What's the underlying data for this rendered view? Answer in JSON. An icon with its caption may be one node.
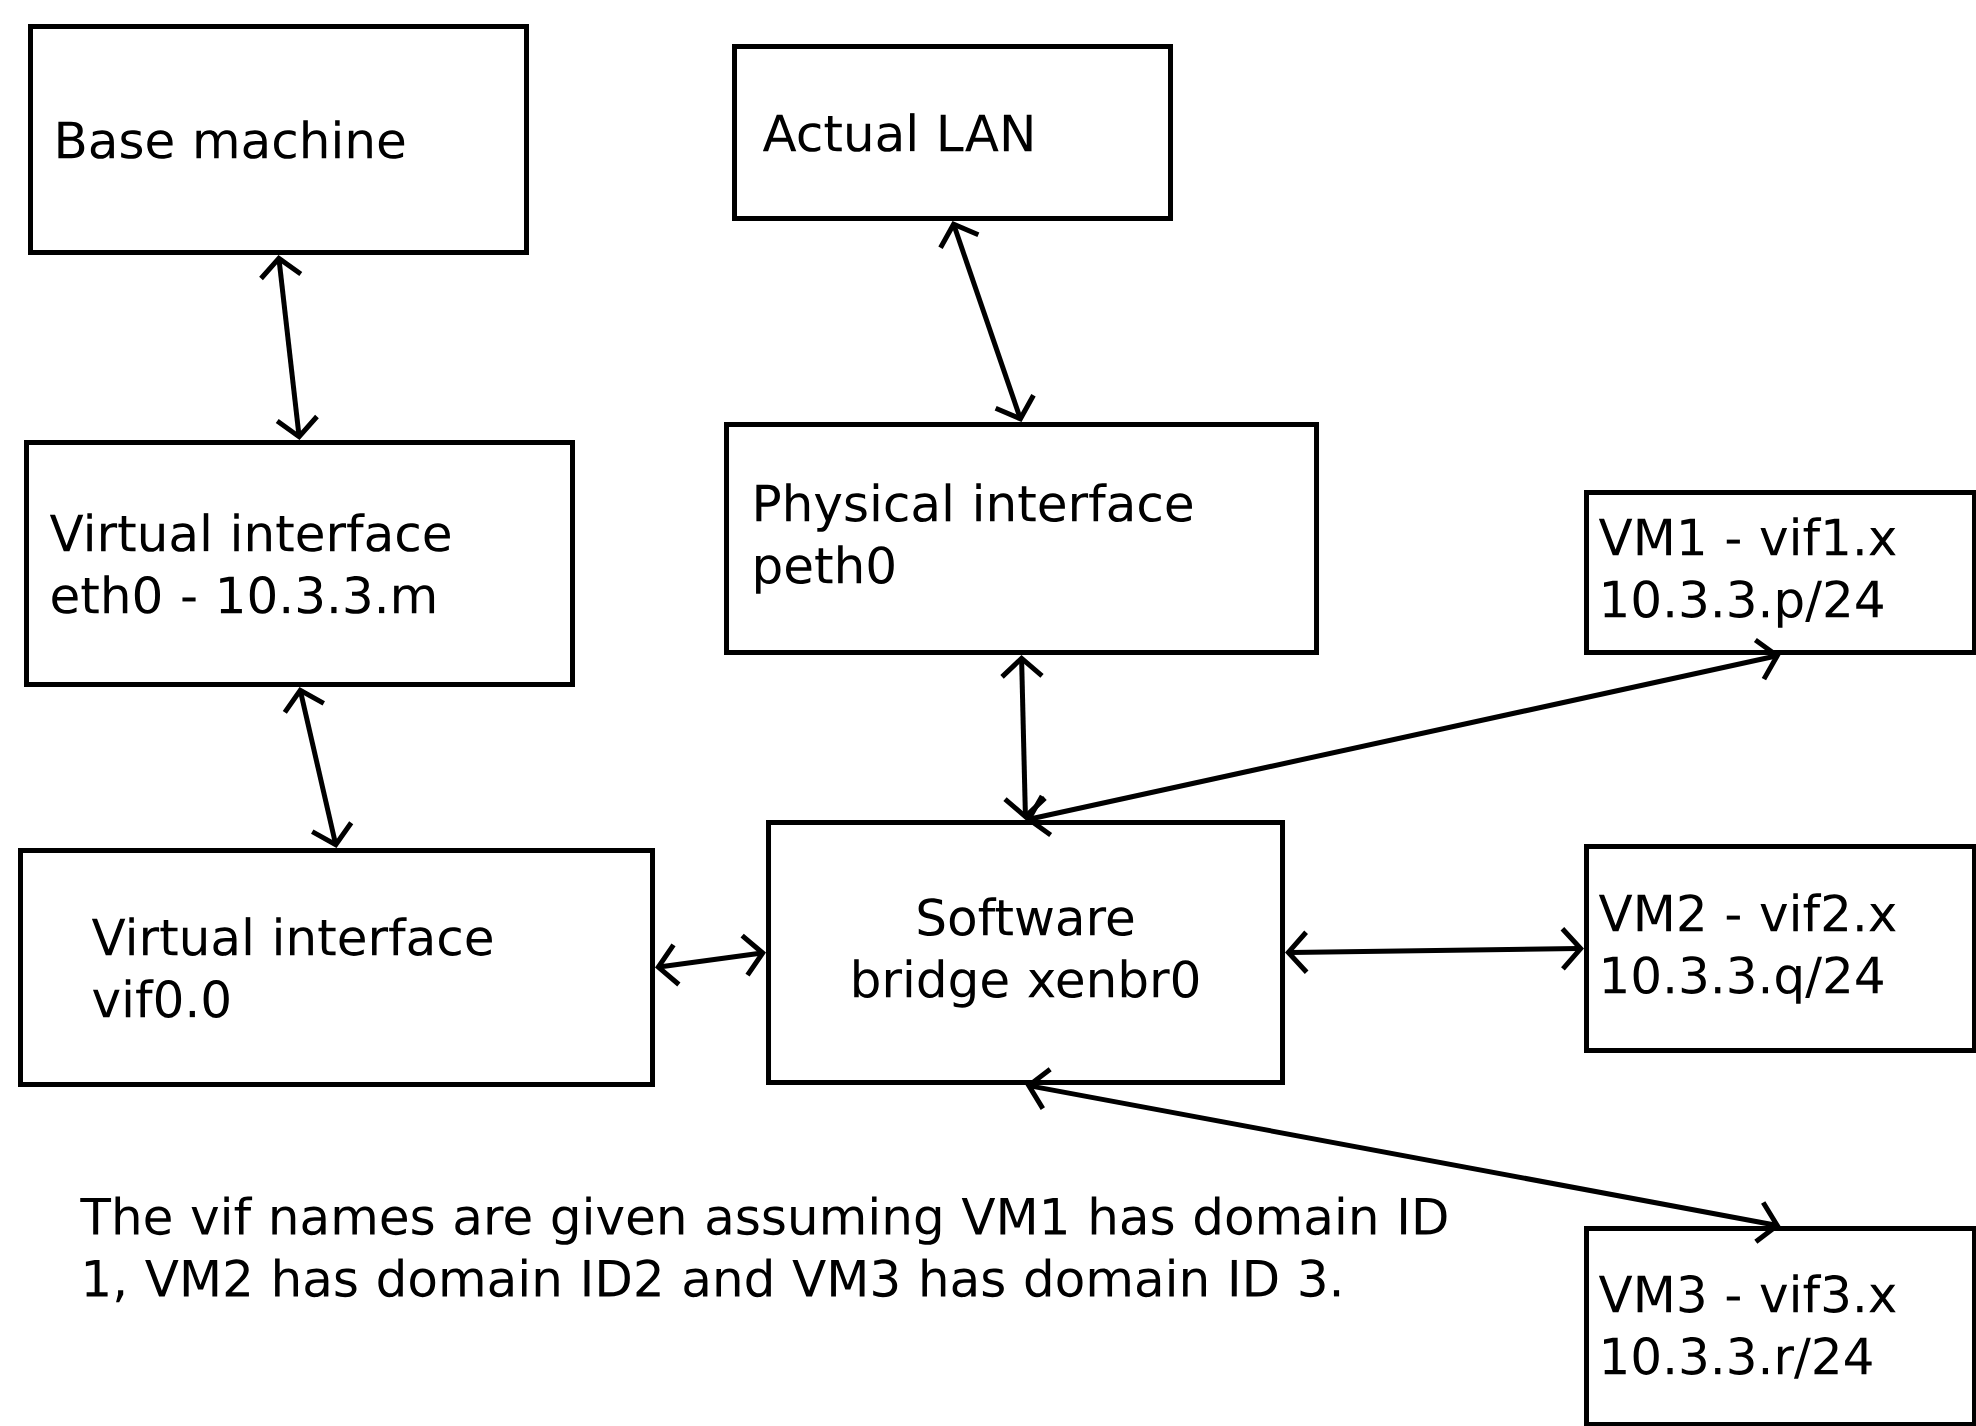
{
  "diagram": {
    "nodes": [
      {
        "text": [
          "Base machine"
        ]
      },
      {
        "text": [
          "Actual LAN"
        ]
      },
      {
        "text": [
          "Virtual interface eth0 - 10.3.3.m"
        ]
      },
      {
        "text": [
          "Physical interface peth0"
        ]
      },
      {
        "text": [
          "Virtual interface vif0.0"
        ]
      },
      {
        "text": [
          "Software bridge xenbr0"
        ]
      },
      {
        "text": [
          "VM1 - vif1.x 10.3.3.p/24"
        ]
      },
      {
        "text": [
          "VM2 - vif2.x 10.3.3.q/24"
        ]
      },
      {
        "text": [
          "VM3 - vif3.x 10.3.3.r/24"
        ]
      }
    ],
    "edges": [
      {
        "from": 0,
        "to": 2,
        "arrow": "both"
      },
      {
        "from": 1,
        "to": 3,
        "arrow": "both"
      },
      {
        "from": 2,
        "to": 4,
        "arrow": "both"
      },
      {
        "from": 3,
        "to": 5,
        "arrow": "both"
      },
      {
        "from": 4,
        "to": 5,
        "arrow": "both"
      },
      {
        "from": 5,
        "to": 6,
        "arrow": "both"
      },
      {
        "from": 5,
        "to": 7,
        "arrow": "both"
      },
      {
        "from": 5,
        "to": 8,
        "arrow": "both"
      }
    ],
    "labels": [
      "The vif names are given assuming VM1 has domain ID 1, VM2 has domain ID2 and VM3 has domain ID 3."
    ]
  }
}
